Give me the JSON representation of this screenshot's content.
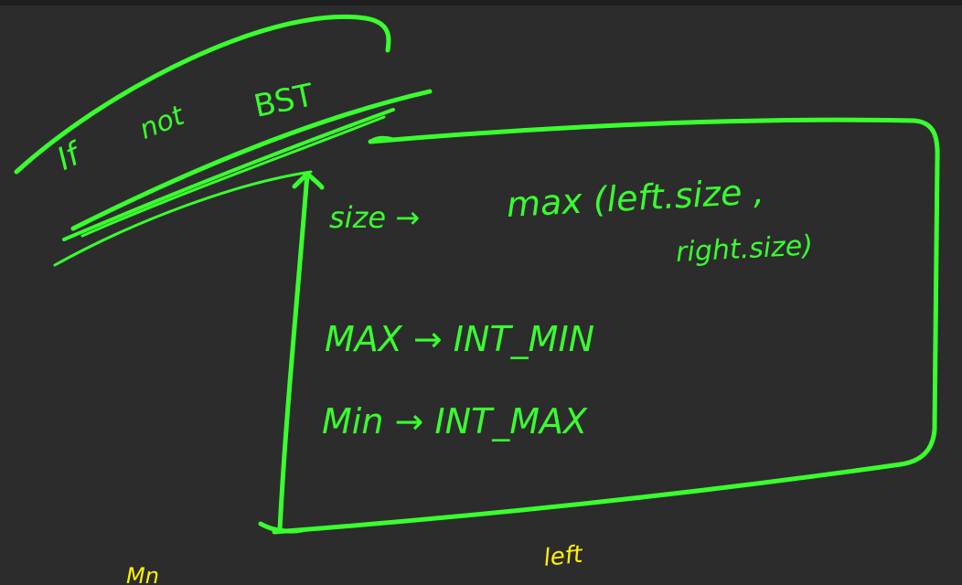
{
  "canvas": {
    "background": "#2c2c2c",
    "ink_green": "#39ff2e",
    "ink_yellow": "#fff200"
  },
  "heading": {
    "word1": "If",
    "word2": "not",
    "word3": "BST"
  },
  "box": {
    "line1_left": "size →",
    "line1_right": "max (left.size ,",
    "line1_cont": "right.size)",
    "line2": "MAX → INT_MIN",
    "line3": "Min → INT_MAX"
  },
  "footer": {
    "left_fragment": "Mn",
    "right_fragment": "left"
  }
}
